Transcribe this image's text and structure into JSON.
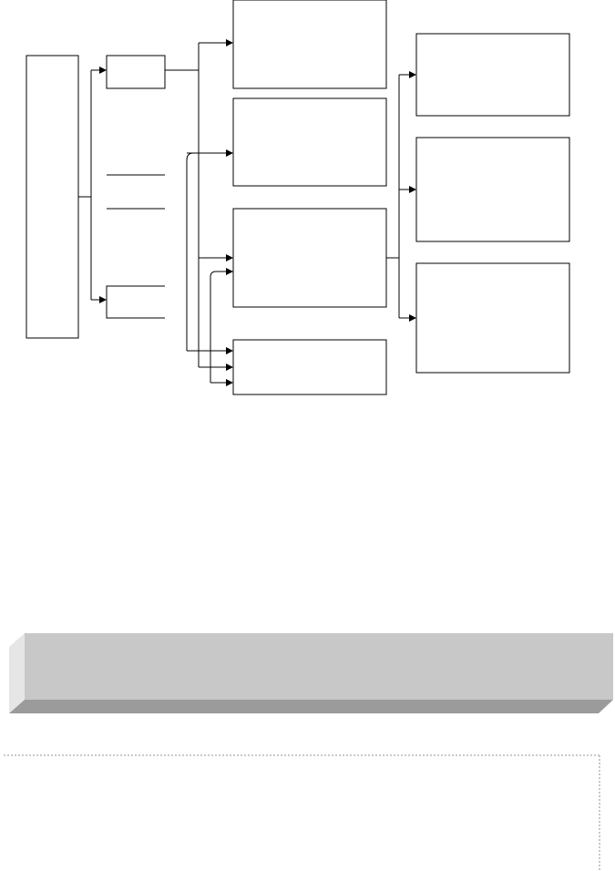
{
  "diagram": {
    "boxes": [
      {
        "id": "root"
      },
      {
        "id": "level1-top"
      },
      {
        "id": "level1-bottom"
      },
      {
        "id": "level2-a"
      },
      {
        "id": "level2-b"
      },
      {
        "id": "level2-c"
      },
      {
        "id": "level2-d"
      },
      {
        "id": "level3-a"
      },
      {
        "id": "level3-b"
      },
      {
        "id": "level3-c"
      }
    ],
    "connections": [
      {
        "from": "root",
        "to": "level1-top"
      },
      {
        "from": "root",
        "to": "level1-bottom"
      },
      {
        "from": "level1-top",
        "to": "level2-a"
      },
      {
        "from": "level1-top",
        "to": "level2-c"
      },
      {
        "from": "level1-top",
        "to": "level2-d"
      },
      {
        "from": "level2-c",
        "to": "level3-a"
      },
      {
        "from": "level2-c",
        "to": "level3-b"
      },
      {
        "from": "level2-c",
        "to": "level3-c"
      }
    ]
  },
  "colors": {
    "line": "#000000",
    "banner_face": "#c8c8c8",
    "banner_side": "#e6e6e6",
    "banner_bottom": "#9b9b9b",
    "dashed_border": "#c8c8c8"
  }
}
